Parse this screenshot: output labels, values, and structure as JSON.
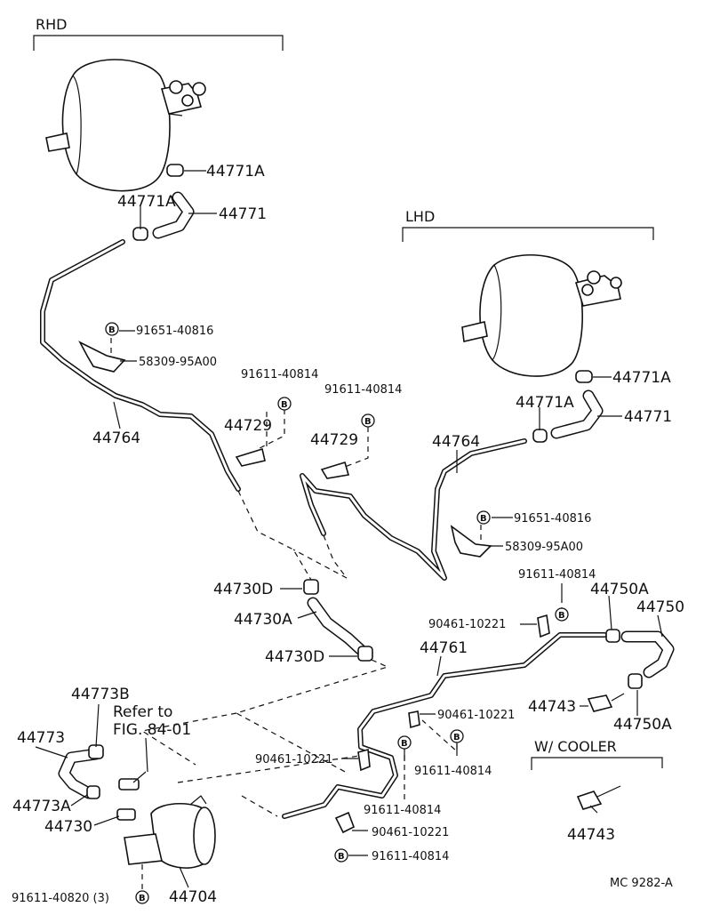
{
  "sections": {
    "rhd": "RHD",
    "lhd": "LHD",
    "cooler": "W/ COOLER"
  },
  "bolt_marker": "B",
  "refer": {
    "line1": "Refer to",
    "line2": "FIG. 84-01"
  },
  "labels": {
    "p44771A_r1": "44771A",
    "p44771A_r2": "44771A",
    "p44771_r": "44771",
    "p91651_r": "91651-40816",
    "p58309_r": "58309-95A00",
    "p44764_r": "44764",
    "p91611_a": "91611-40814",
    "p91611_b": "91611-40814",
    "p44729_a": "44729",
    "p44729_b": "44729",
    "p44764_l": "44764",
    "p44771A_l1": "44771A",
    "p44771A_l2": "44771A",
    "p44771_l": "44771",
    "p91651_l": "91651-40816",
    "p58309_l": "58309-95A00",
    "p91611_c": "91611-40814",
    "p44750A_a": "44750A",
    "p44750": "44750",
    "p44730D_a": "44730D",
    "p44730A": "44730A",
    "p44730D_b": "44730D",
    "p44761": "44761",
    "p90461_a": "90461-10221",
    "p90461_b": "90461-10221",
    "p44743_a": "44743",
    "p44750A_b": "44750A",
    "p44773B": "44773B",
    "p44773": "44773",
    "p90461_c": "90461-10221",
    "p91611_d": "91611-40814",
    "p91611_e": "91611-40814",
    "p44773A": "44773A",
    "p44730": "44730",
    "p90461_d": "90461-10221",
    "p91611_f": "91611-40814",
    "p44743_b": "44743",
    "p91611_g": "91611-40820 (3)",
    "p44704": "44704"
  },
  "code": "MC  9282-A"
}
